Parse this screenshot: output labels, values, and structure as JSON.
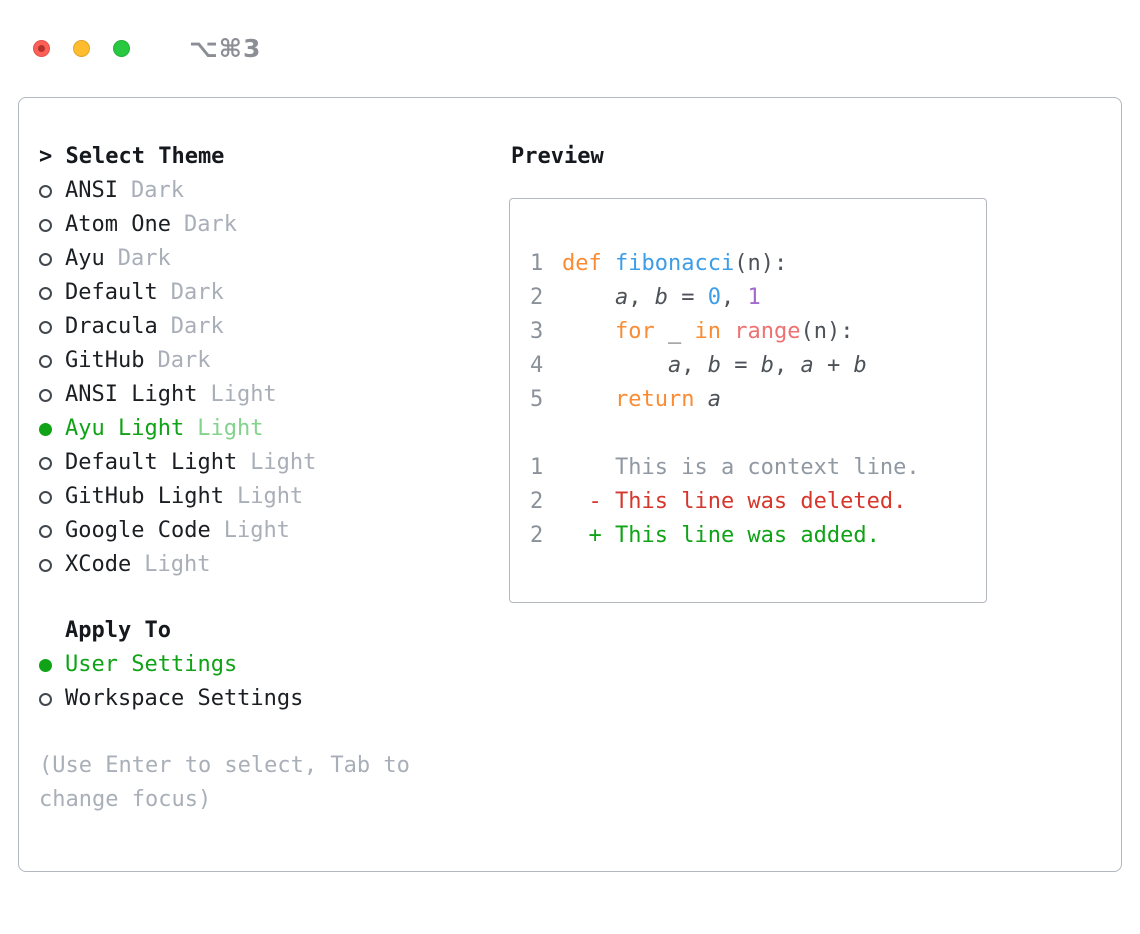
{
  "titlebar": {
    "shortcut": "⌥⌘3"
  },
  "theme_selector": {
    "title": "> Select Theme",
    "items": [
      {
        "label": "ANSI",
        "variant": "Dark",
        "selected": false
      },
      {
        "label": "Atom One",
        "variant": "Dark",
        "selected": false
      },
      {
        "label": "Ayu",
        "variant": "Dark",
        "selected": false
      },
      {
        "label": "Default",
        "variant": "Dark",
        "selected": false
      },
      {
        "label": "Dracula",
        "variant": "Dark",
        "selected": false
      },
      {
        "label": "GitHub",
        "variant": "Dark",
        "selected": false
      },
      {
        "label": "ANSI Light",
        "variant": "Light",
        "selected": false
      },
      {
        "label": "Ayu Light",
        "variant": "Light",
        "selected": true
      },
      {
        "label": "Default Light",
        "variant": "Light",
        "selected": false
      },
      {
        "label": "GitHub Light",
        "variant": "Light",
        "selected": false
      },
      {
        "label": "Google Code",
        "variant": "Light",
        "selected": false
      },
      {
        "label": "XCode",
        "variant": "Light",
        "selected": false
      }
    ],
    "apply_to": {
      "title": "Apply To",
      "options": [
        {
          "label": "User Settings",
          "selected": true
        },
        {
          "label": "Workspace Settings",
          "selected": false
        }
      ]
    },
    "hint": "(Use Enter to select, Tab to change focus)"
  },
  "preview": {
    "title": "Preview",
    "code": [
      {
        "num": "1",
        "tokens": [
          {
            "text": "def ",
            "color": "orange"
          },
          {
            "text": "fibonacci",
            "color": "blue"
          },
          {
            "text": "(n):",
            "color": "fg"
          }
        ]
      },
      {
        "num": "2",
        "tokens": [
          {
            "text": "    ",
            "color": "fg"
          },
          {
            "text": "a",
            "color": "fg",
            "italic": true
          },
          {
            "text": ", ",
            "color": "fg"
          },
          {
            "text": "b",
            "color": "fg",
            "italic": true
          },
          {
            "text": " = ",
            "color": "fg"
          },
          {
            "text": "0",
            "color": "blue"
          },
          {
            "text": ", ",
            "color": "fg"
          },
          {
            "text": "1",
            "color": "purple"
          }
        ]
      },
      {
        "num": "3",
        "tokens": [
          {
            "text": "    ",
            "color": "fg"
          },
          {
            "text": "for",
            "color": "orange"
          },
          {
            "text": " _ ",
            "color": "fg"
          },
          {
            "text": "in",
            "color": "orange"
          },
          {
            "text": " ",
            "color": "fg"
          },
          {
            "text": "range",
            "color": "coral"
          },
          {
            "text": "(n):",
            "color": "fg"
          }
        ]
      },
      {
        "num": "4",
        "tokens": [
          {
            "text": "        ",
            "color": "fg"
          },
          {
            "text": "a",
            "color": "fg",
            "italic": true
          },
          {
            "text": ", ",
            "color": "fg"
          },
          {
            "text": "b",
            "color": "fg",
            "italic": true
          },
          {
            "text": " = ",
            "color": "fg"
          },
          {
            "text": "b",
            "color": "fg",
            "italic": true
          },
          {
            "text": ", ",
            "color": "fg"
          },
          {
            "text": "a",
            "color": "fg",
            "italic": true
          },
          {
            "text": " + ",
            "color": "fg"
          },
          {
            "text": "b",
            "color": "fg",
            "italic": true
          }
        ]
      },
      {
        "num": "5",
        "tokens": [
          {
            "text": "    ",
            "color": "fg"
          },
          {
            "text": "return",
            "color": "orange"
          },
          {
            "text": " ",
            "color": "fg"
          },
          {
            "text": "a",
            "color": "fg",
            "italic": true
          }
        ]
      },
      {
        "num": "",
        "tokens": []
      },
      {
        "num": "1",
        "tokens": [
          {
            "text": "    This is a context line.",
            "color": "gray"
          }
        ]
      },
      {
        "num": "2",
        "tokens": [
          {
            "text": "  - This line was deleted.",
            "color": "red"
          }
        ]
      },
      {
        "num": "2",
        "tokens": [
          {
            "text": "  + This line was added.",
            "color": "green"
          }
        ]
      }
    ]
  },
  "colors": {
    "orange": "#f98c34",
    "blue": "#3c9de8",
    "purple": "#a06bcc",
    "coral": "#f07171",
    "fg": "#4d5258",
    "gray": "#9099a2",
    "red": "#d6372d",
    "green": "#10a317",
    "accent_green": "#10a317"
  }
}
